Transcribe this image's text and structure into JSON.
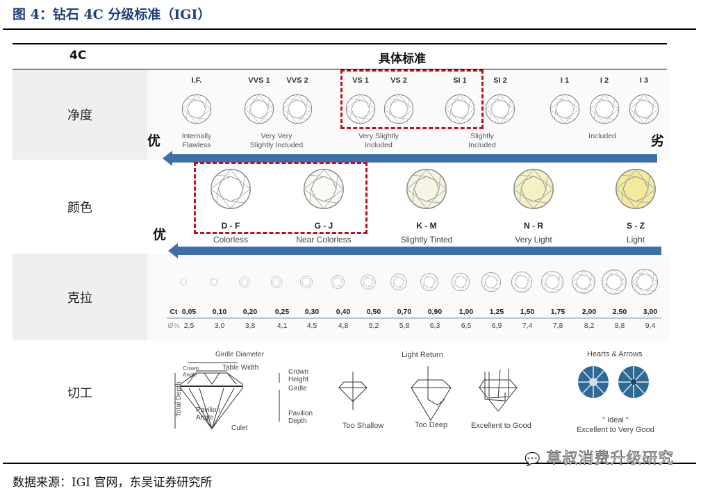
{
  "title": "图 4：钻石 4C 分级标准（IGI）",
  "header": {
    "col1": "4C",
    "col2": "具体标准"
  },
  "rows": {
    "clarity": "净度",
    "color": "颜色",
    "carat": "克拉",
    "cut": "切工"
  },
  "best_label": "优",
  "worst_label": "劣",
  "clarity": {
    "grades": [
      "I.F.",
      "VVS 1",
      "VVS 2",
      "VS 1",
      "VS 2",
      "SI 1",
      "SI 2",
      "I 1",
      "I 2",
      "I 3"
    ],
    "descriptions": [
      "Internally\nFlawless",
      "Very Very\nSlightly Included",
      "Very Slightly\nIncluded",
      "Slightly\nIncluded",
      "Included"
    ],
    "highlighted": [
      "VS 1",
      "VS 2",
      "SI 1"
    ]
  },
  "color": {
    "grades": [
      {
        "grade": "D - F",
        "desc": "Colorless",
        "tint": "#ffffff"
      },
      {
        "grade": "G - J",
        "desc": "Near Colorless",
        "tint": "#fbfbf6"
      },
      {
        "grade": "K - M",
        "desc": "Slightly Tinted",
        "tint": "#f5f4e2"
      },
      {
        "grade": "N - R",
        "desc": "Very Light",
        "tint": "#f4f1c4"
      },
      {
        "grade": "S - Z",
        "desc": "Light",
        "tint": "#f3ea9c"
      }
    ],
    "highlighted": [
      "D - F",
      "G - J"
    ]
  },
  "carat": {
    "ct_label": "Ct",
    "diameter_label": "Ø⅝",
    "ct": [
      "0,05",
      "0,10",
      "0,20",
      "0,25",
      "0,30",
      "0,40",
      "0,50",
      "0,70",
      "0,90",
      "1,00",
      "1,25",
      "1,50",
      "1,75",
      "2,00",
      "2,50",
      "3,00"
    ],
    "diameter_mm": [
      "2,5",
      "3,0",
      "3,8",
      "4,1",
      "4,5",
      "4,8",
      "5,2",
      "5,8",
      "6,3",
      "6,5",
      "6,9",
      "7,4",
      "7,8",
      "8,2",
      "8,8",
      "9,4"
    ]
  },
  "cut": {
    "anatomy": {
      "girdle_diameter": "Girdle Diameter",
      "table_width": "Table Width",
      "crown_angle": "Crown\nAngle",
      "crown_height": "Crown\nHeight",
      "girdle": "Girdle",
      "total_depth": "Total Depth",
      "pavilion_angle": "Pavilion\nAngle",
      "pavilion_depth": "Pavilion\nDepth",
      "culet": "Culet"
    },
    "light_return": {
      "title": "Light Return",
      "items": [
        "Too Shallow",
        "Too Deep",
        "Excellent to Good"
      ]
    },
    "hearts_arrows": {
      "title": "Hearts & Arrows",
      "caption": "\" Ideal \"\nExcellent to Very Good"
    }
  },
  "colors": {
    "arrow": "#3d6fa8",
    "highlight": "#c0111a",
    "title": "#1f3f7a",
    "gem_blue": "#2f6a95"
  },
  "source": "数据来源：IGI 官网，东吴证券研究所",
  "watermark": "草叔消费升级研究"
}
